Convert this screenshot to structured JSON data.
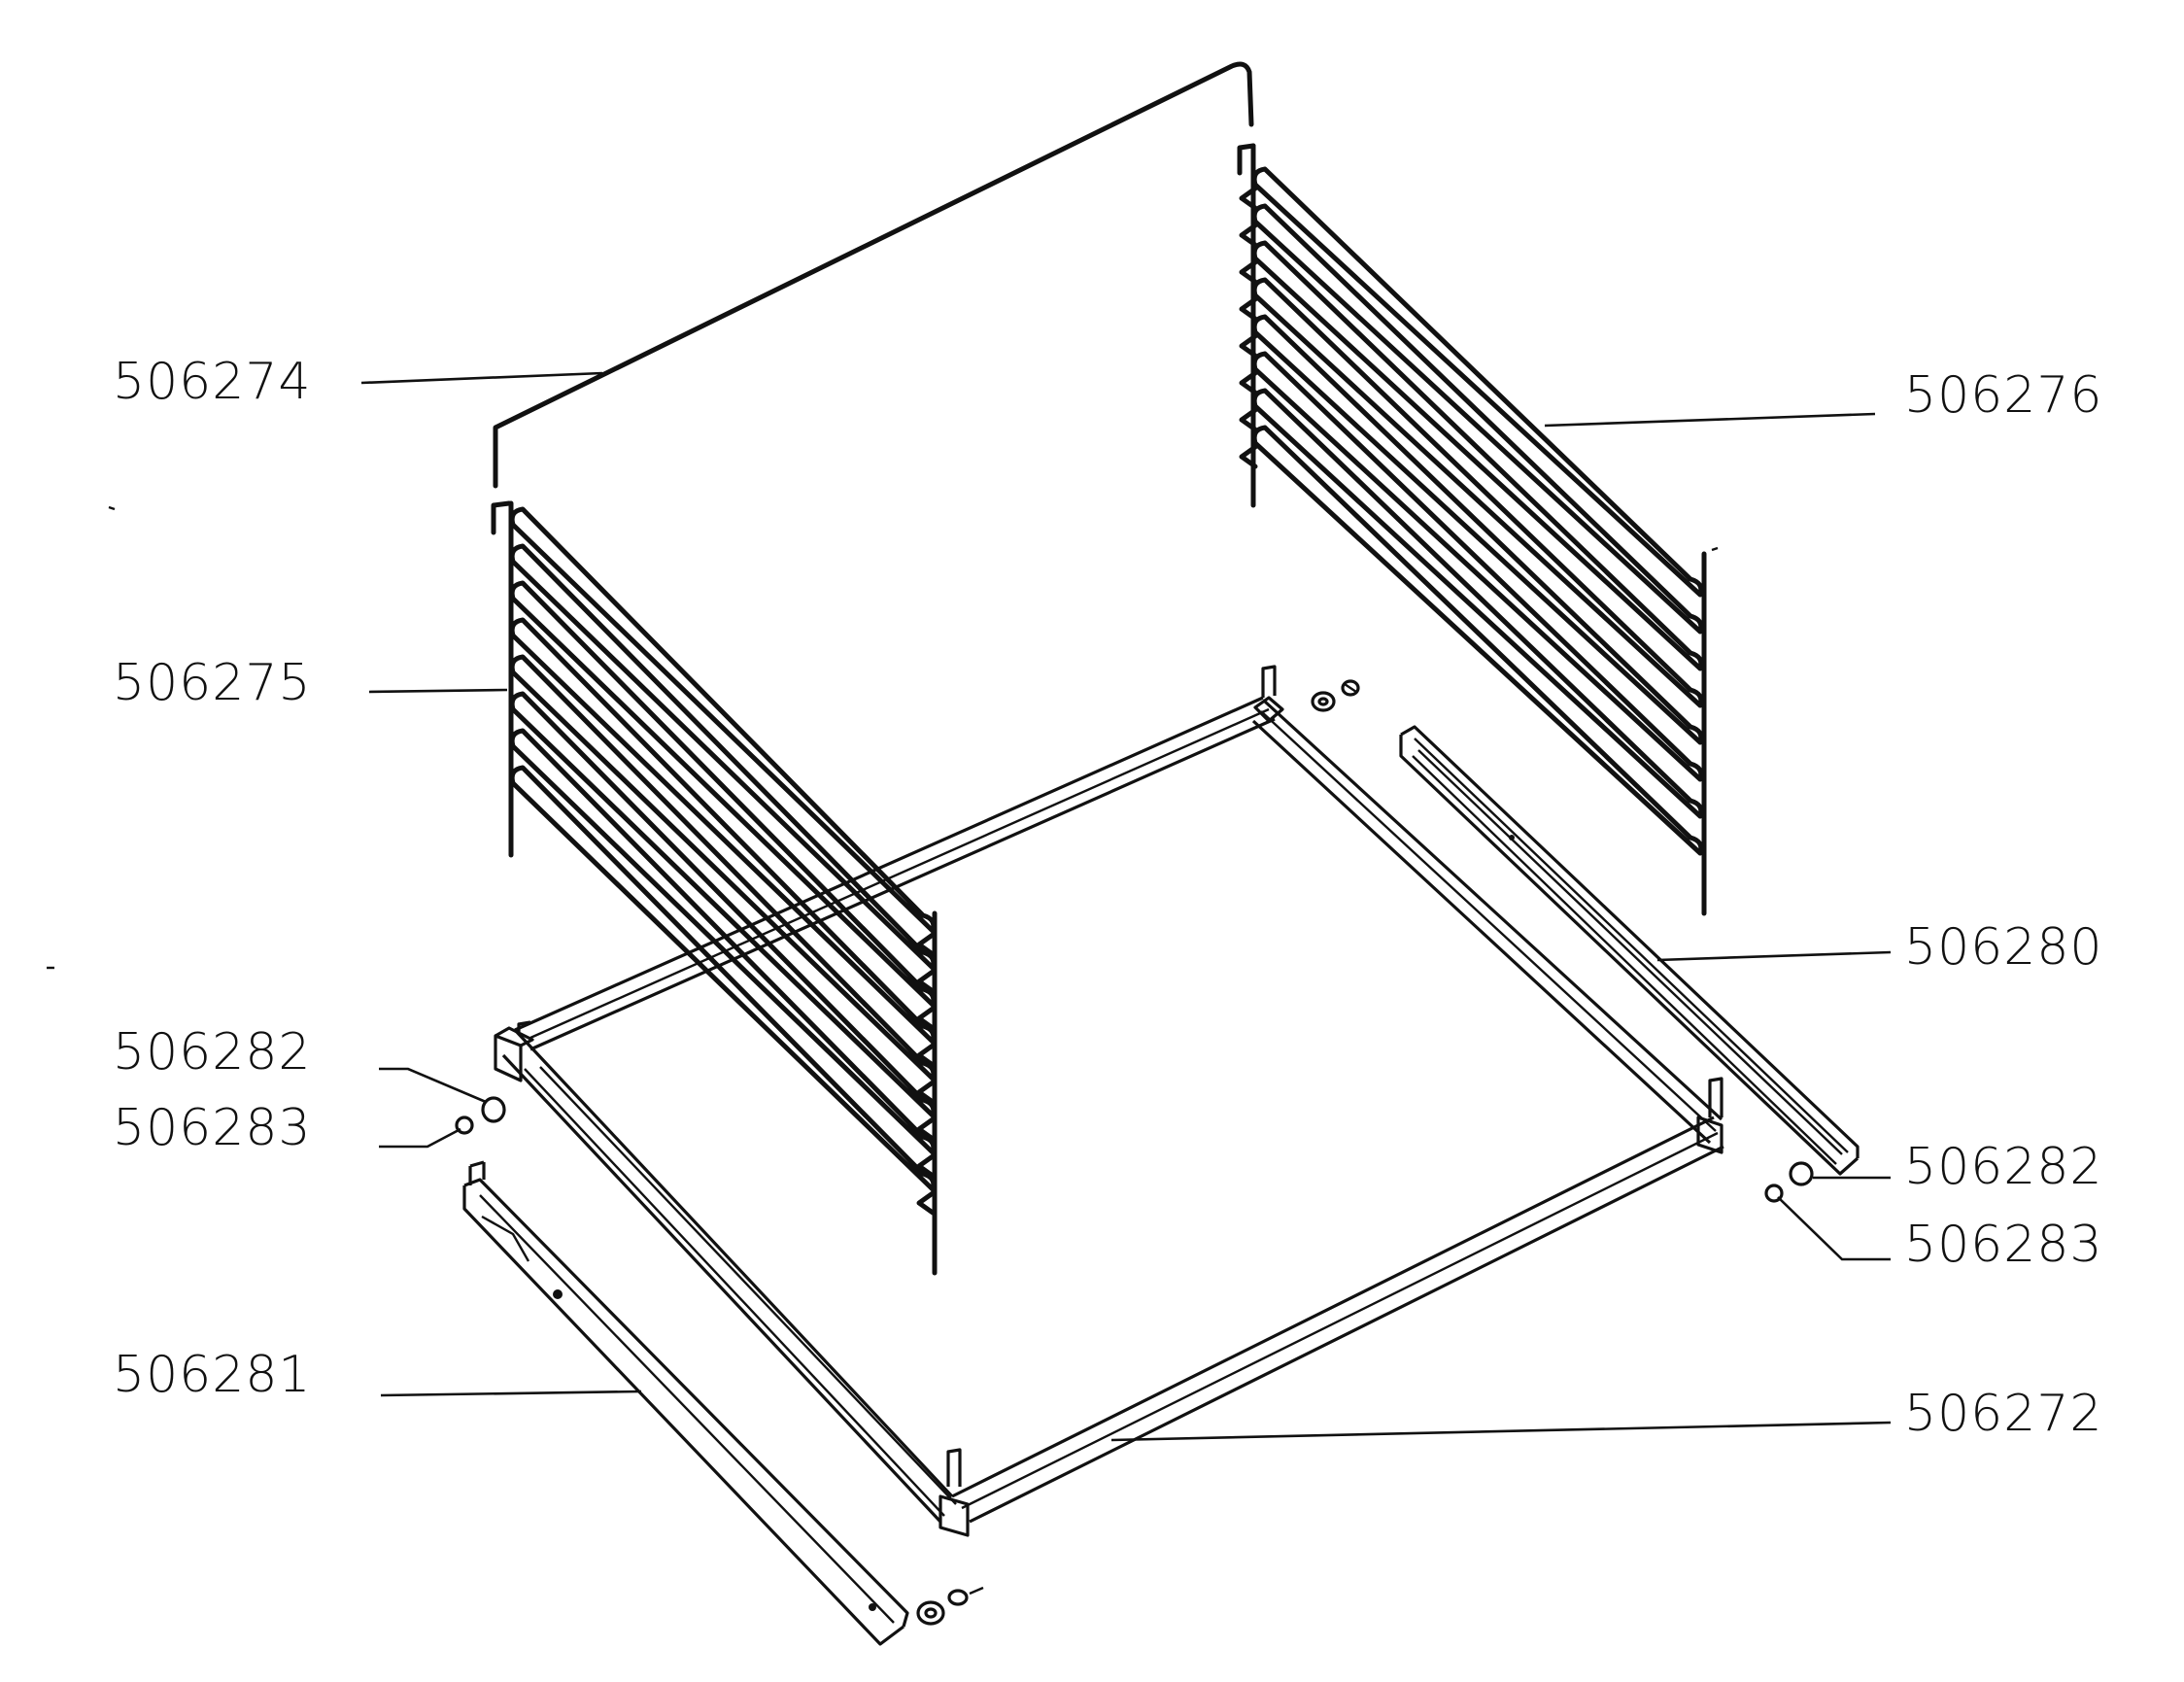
{
  "diagram": {
    "labels": [
      {
        "id": "506274",
        "text": "506274"
      },
      {
        "id": "506275",
        "text": "506275"
      },
      {
        "id": "506276",
        "text": "506276"
      },
      {
        "id": "506280",
        "text": "506280"
      },
      {
        "id": "506282-left",
        "text": "506282"
      },
      {
        "id": "506283-left",
        "text": "506283"
      },
      {
        "id": "506282-right",
        "text": "506282"
      },
      {
        "id": "506283-right",
        "text": "506283"
      },
      {
        "id": "506281",
        "text": "506281"
      },
      {
        "id": "506272",
        "text": "506272"
      }
    ]
  }
}
